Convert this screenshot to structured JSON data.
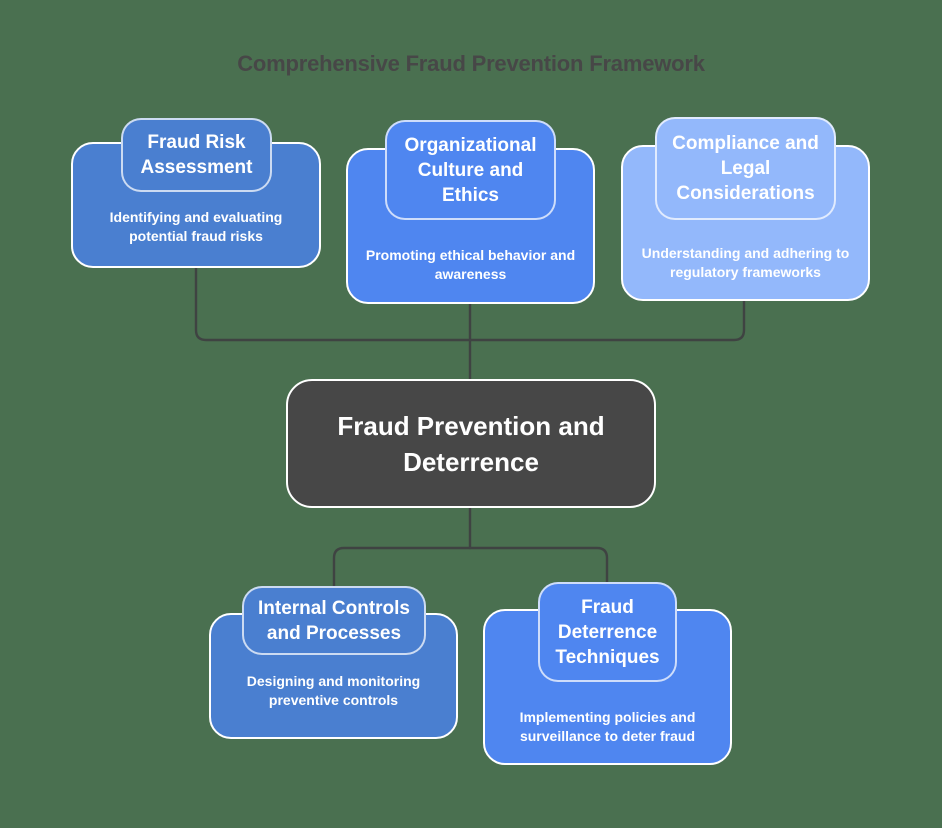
{
  "diagram": {
    "title": "Comprehensive Fraud Prevention Framework",
    "title_color": "#474747",
    "background_color": "#4a7050",
    "connector_color": "#3f4342",
    "type": "hierarchy-flowchart"
  },
  "center": {
    "label": "Fraud Prevention and Deterrence",
    "fill": "#474747",
    "border": "#ffffff"
  },
  "top_nodes": [
    {
      "title": "Fraud Risk Assessment",
      "description": "Identifying and evaluating potential fraud risks",
      "fill": "#4a7fd0"
    },
    {
      "title": "Organizational Culture and Ethics",
      "description": "Promoting ethical behavior and awareness",
      "fill": "#4f86f0"
    },
    {
      "title": "Compliance and Legal Considerations",
      "description": "Understanding and adhering to regulatory frameworks",
      "fill": "#93b8fb"
    }
  ],
  "bottom_nodes": [
    {
      "title": "Internal Controls and Processes",
      "description": "Designing and monitoring preventive controls",
      "fill": "#4a7fd0"
    },
    {
      "title": "Fraud Deterrence Techniques",
      "description": "Implementing policies and surveillance to deter fraud",
      "fill": "#4f86f0"
    }
  ]
}
